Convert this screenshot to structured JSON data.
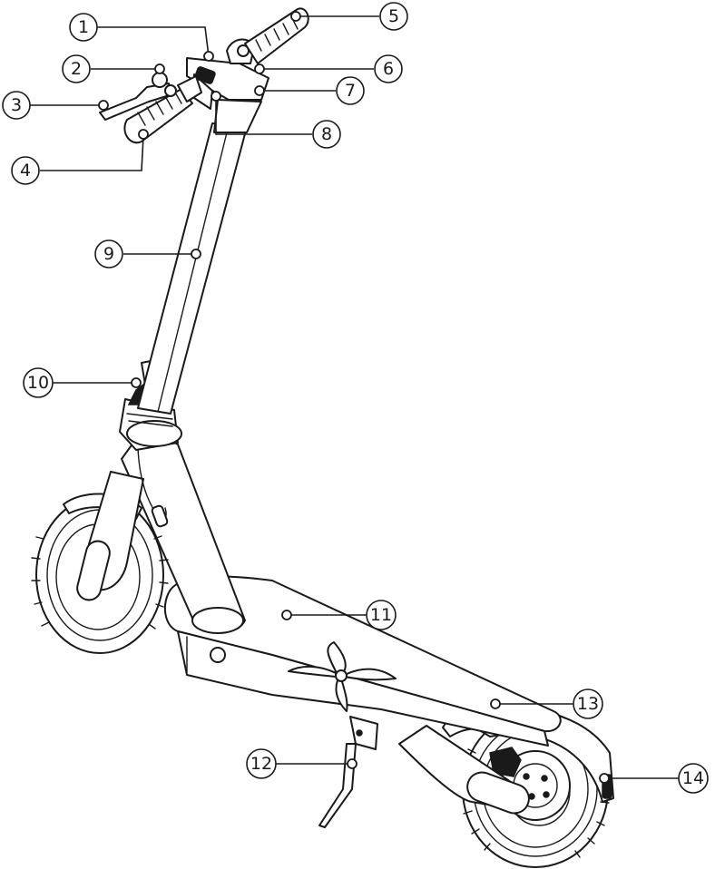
{
  "colors": {
    "line": "#1a1a1a",
    "background": "#ffffff"
  },
  "callouts": [
    {
      "id": "1",
      "label": "1"
    },
    {
      "id": "2",
      "label": "2"
    },
    {
      "id": "3",
      "label": "3"
    },
    {
      "id": "4",
      "label": "4"
    },
    {
      "id": "5",
      "label": "5"
    },
    {
      "id": "6",
      "label": "6"
    },
    {
      "id": "7",
      "label": "7"
    },
    {
      "id": "8",
      "label": "8"
    },
    {
      "id": "9",
      "label": "9"
    },
    {
      "id": "10",
      "label": "10"
    },
    {
      "id": "11",
      "label": "11"
    },
    {
      "id": "12",
      "label": "12"
    },
    {
      "id": "13",
      "label": "13"
    },
    {
      "id": "14",
      "label": "14"
    }
  ]
}
